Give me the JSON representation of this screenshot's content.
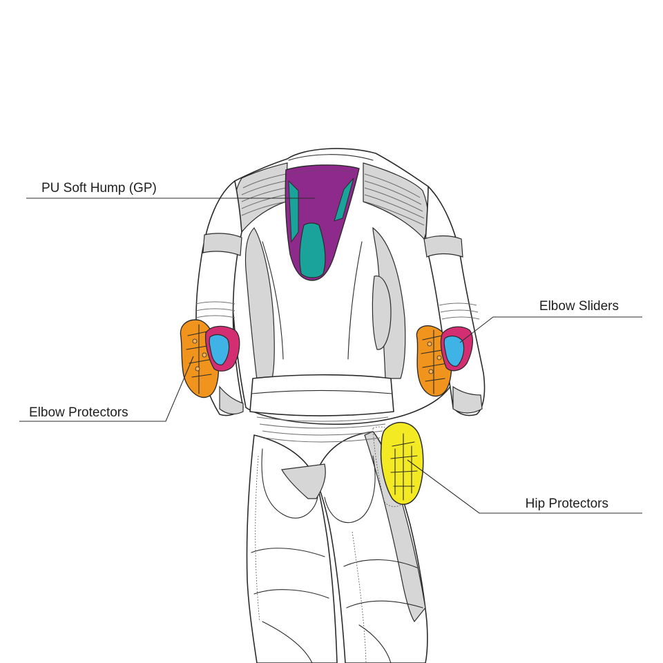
{
  "labels": {
    "hump": "PU Soft Hump (GP)",
    "elbow_sliders": "Elbow Sliders",
    "elbow_protectors": "Elbow Protectors",
    "hip_protectors": "Hip Protectors"
  },
  "colors": {
    "hump_purple": "#8e2a8b",
    "hump_teal": "#1aa39a",
    "elbow_protector_orange": "#f0941e",
    "elbow_slider_magenta": "#d42e73",
    "elbow_slider_blue": "#3fb3e6",
    "hip_protector_yellow": "#f3ea23",
    "panel_gray": "#d6d6d6",
    "line": "#2a2a2a"
  },
  "icons": {
    "suit": "motorcycle-racing-suit-back-view",
    "hump": "pu-soft-hump",
    "elbow_protector": "elbow-protector-pad",
    "elbow_slider": "elbow-slider",
    "hip_protector": "hip-protector-pad"
  }
}
